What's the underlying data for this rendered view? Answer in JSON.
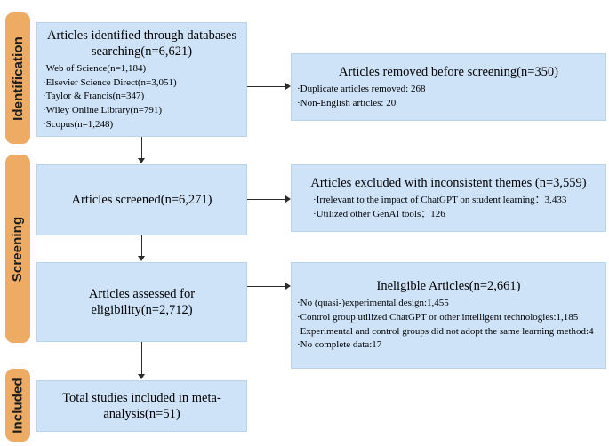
{
  "diagram": {
    "type": "prisma-flow-diagram",
    "colors": {
      "stage_band": "#eeab63",
      "box_fill": "#cfe3f8",
      "box_border": "#b9d3ec",
      "connector": "#2b2b2b"
    }
  },
  "stages": [
    {
      "id": "identification",
      "label": "Identification"
    },
    {
      "id": "screening",
      "label": "Screening"
    },
    {
      "id": "included",
      "label": "Included"
    }
  ],
  "nodes": {
    "identified": {
      "title": "Articles identified through databases searching(n=6,621)",
      "items": [
        "·Web of Science(n=1,184)",
        "·Elsevier Science Direct(n=3,051)",
        "·Taylor & Francis(n=347)",
        "·Wiley Online Library(n=791)",
        "·Scopus(n=1,248)"
      ]
    },
    "removed": {
      "title": "Articles removed before screening(n=350)",
      "items": [
        "·Duplicate articles removed: 268",
        "·Non-English articles: 20"
      ]
    },
    "screened": {
      "title": "Articles screened(n=6,271)",
      "items": []
    },
    "excluded_themes": {
      "title": "Articles excluded with inconsistent themes (n=3,559)",
      "items": [
        "·Irrelevant to the impact of ChatGPT on student learning：3,433",
        "·Utilized other GenAI tools：126"
      ]
    },
    "assessed": {
      "title": "Articles assessed for eligibility(n=2,712)",
      "items": []
    },
    "ineligible": {
      "title": "Ineligible Articles(n=2,661)",
      "items": [
        "·No (quasi-)experimental design:1,455",
        "·Control group utilized ChatGPT or other intelligent technologies:1,185",
        "·Experimental and control groups did not adopt the same learning method:4",
        "·No complete data:17"
      ]
    },
    "included_total": {
      "title": "Total studies included in meta-analysis(n=51)",
      "items": []
    }
  },
  "counts": {
    "identified_total": 6621,
    "web_of_science": 1184,
    "elsevier_science_direct": 3051,
    "taylor_and_francis": 347,
    "wiley_online_library": 791,
    "scopus": 1248,
    "removed_before_screening": 350,
    "duplicates_removed": 268,
    "non_english": 20,
    "screened": 6271,
    "excluded_inconsistent_themes": 3559,
    "irrelevant_to_impact": 3433,
    "other_genai_tools": 126,
    "assessed_for_eligibility": 2712,
    "ineligible_articles": 2661,
    "no_quasi_experimental_design": 1455,
    "control_group_used_chatgpt": 1185,
    "different_learning_method": 4,
    "no_complete_data": 17,
    "included_in_meta_analysis": 51
  }
}
